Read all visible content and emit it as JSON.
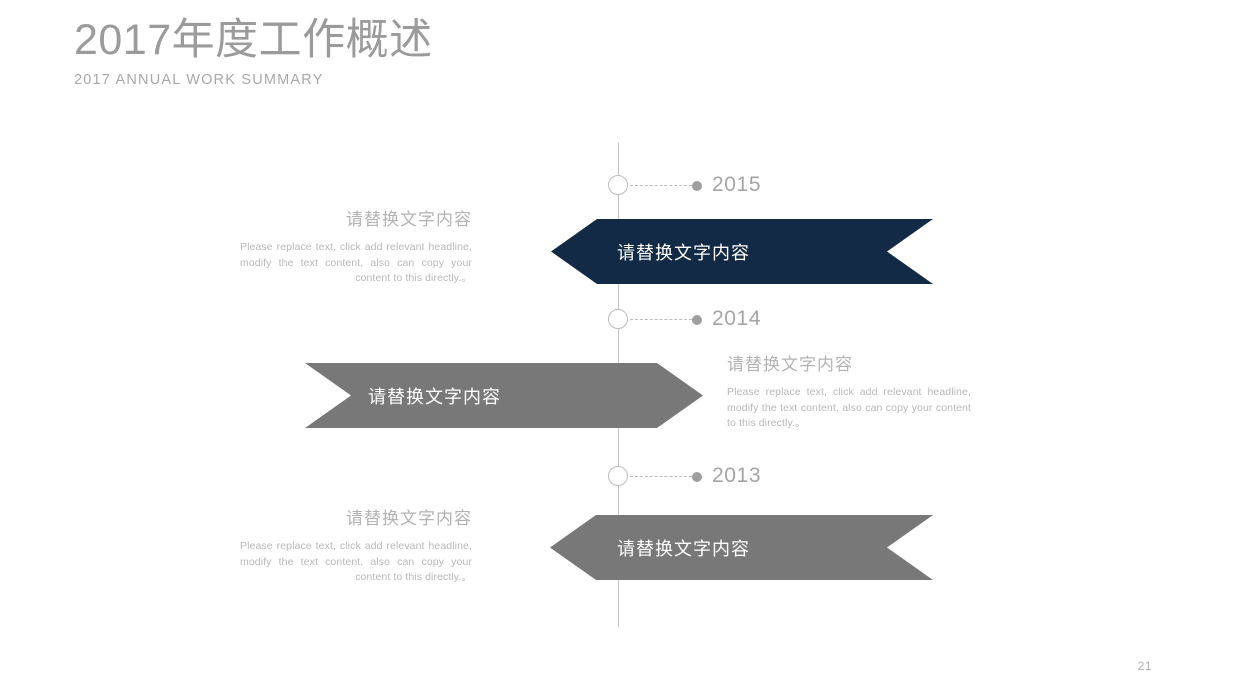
{
  "slide": {
    "title_main": "2017年度工作概述",
    "title_sub": "2017 ANNUAL WORK SUMMARY",
    "page_number": "21",
    "colors": {
      "navy": "#122a45",
      "grey": "#787878",
      "title_grey": "#9b9b9b",
      "body_grey": "#b8b8b8",
      "line_grey": "#c2c2c2",
      "dot_grey": "#9e9e9e",
      "background": "#ffffff"
    }
  },
  "timeline": {
    "entries": [
      {
        "year": "2015",
        "node_icon": "timeline-node-circle-icon",
        "connector_icon": "dashed-connector-icon",
        "dot_icon": "timeline-dot-icon",
        "banner": {
          "label": "请替换文字内容",
          "color": "#122a45",
          "style": "left-point",
          "side": "right"
        },
        "text": {
          "heading": "请替换文字内容",
          "body": "Please replace text, click add relevant headline, modify the text content, also can copy your content to this directly.。",
          "side": "left",
          "align": "align-right"
        }
      },
      {
        "year": "2014",
        "node_icon": "timeline-node-circle-icon",
        "connector_icon": "dashed-connector-icon",
        "dot_icon": "timeline-dot-icon",
        "banner": {
          "label": "请替换文字内容",
          "color": "#787878",
          "style": "right-point",
          "side": "left"
        },
        "text": {
          "heading": "请替换文字内容",
          "body": "Please replace text, click add relevant headline, modify the text content, also can copy your content to this directly.。",
          "side": "right",
          "align": "align-left"
        }
      },
      {
        "year": "2013",
        "node_icon": "timeline-node-circle-icon",
        "connector_icon": "dashed-connector-icon",
        "dot_icon": "timeline-dot-icon",
        "banner": {
          "label": "请替换文字内容",
          "color": "#787878",
          "style": "left-point",
          "side": "right"
        },
        "text": {
          "heading": "请替换文字内容",
          "body": "Please replace text, click add relevant headline, modify the text content, also can copy your content to this directly.。",
          "side": "left",
          "align": "align-right"
        }
      }
    ]
  }
}
